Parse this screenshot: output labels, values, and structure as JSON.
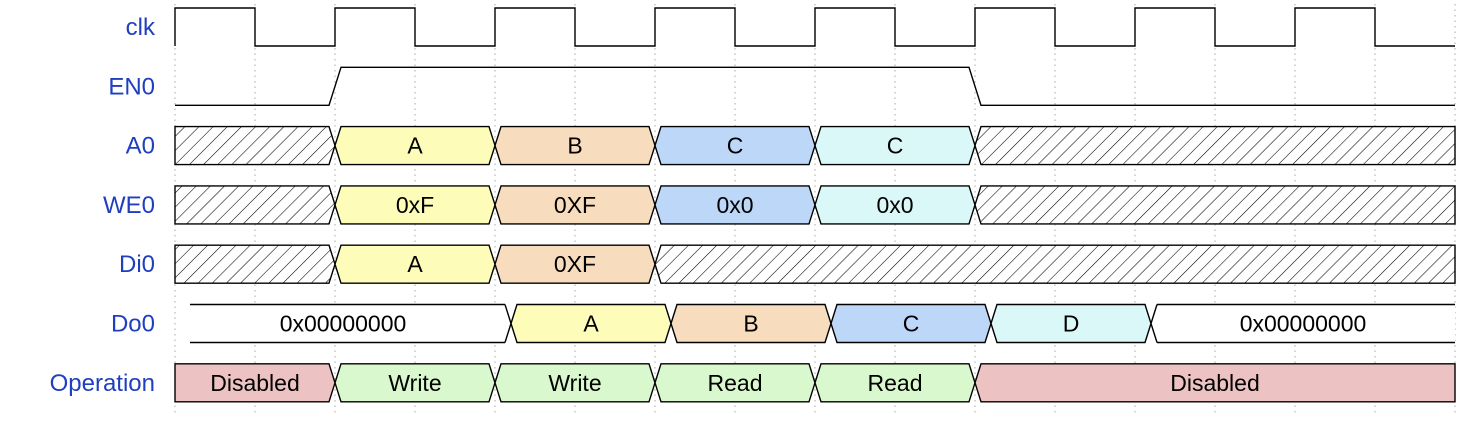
{
  "colors": {
    "label": "#1f3fbf",
    "stroke": "#000000",
    "grid": "#a8a8a8",
    "yellow": "#fdfdb9",
    "orange": "#f7ddbd",
    "blue": "#bcd7f7",
    "cyan": "#dbf8f8",
    "green": "#d9f8cd",
    "red": "#ecc2c2",
    "white": "#ffffff"
  },
  "timing": {
    "clock_cycles": 8,
    "time_scale": "half_cycles"
  },
  "signals": [
    {
      "id": "clk",
      "name": "clk",
      "type": "clock",
      "transitions": [
        0,
        1,
        2,
        3,
        4,
        5,
        6,
        7,
        8,
        9,
        10,
        11,
        12,
        13,
        14,
        15,
        16
      ]
    },
    {
      "id": "en0",
      "name": "EN0",
      "type": "bit",
      "segments": [
        {
          "start": 0,
          "end": 2,
          "level": 0
        },
        {
          "start": 2,
          "end": 10,
          "level": 1
        },
        {
          "start": 10,
          "end": 16,
          "level": 0
        }
      ]
    },
    {
      "id": "a0",
      "name": "A0",
      "type": "bus",
      "segments": [
        {
          "start": 0,
          "end": 2,
          "kind": "hatch"
        },
        {
          "start": 2,
          "end": 4,
          "kind": "data",
          "text": "A",
          "color": "yellow"
        },
        {
          "start": 4,
          "end": 6,
          "kind": "data",
          "text": "B",
          "color": "orange"
        },
        {
          "start": 6,
          "end": 8,
          "kind": "data",
          "text": "C",
          "color": "blue"
        },
        {
          "start": 8,
          "end": 10,
          "kind": "data",
          "text": "C",
          "color": "cyan"
        },
        {
          "start": 10,
          "end": 16,
          "kind": "hatch"
        }
      ]
    },
    {
      "id": "we0",
      "name": "WE0",
      "type": "bus",
      "segments": [
        {
          "start": 0,
          "end": 2,
          "kind": "hatch"
        },
        {
          "start": 2,
          "end": 4,
          "kind": "data",
          "text": "0xF",
          "color": "yellow"
        },
        {
          "start": 4,
          "end": 6,
          "kind": "data",
          "text": "0XF",
          "color": "orange"
        },
        {
          "start": 6,
          "end": 8,
          "kind": "data",
          "text": "0x0",
          "color": "blue"
        },
        {
          "start": 8,
          "end": 10,
          "kind": "data",
          "text": "0x0",
          "color": "cyan"
        },
        {
          "start": 10,
          "end": 16,
          "kind": "hatch"
        }
      ]
    },
    {
      "id": "di0",
      "name": "Di0",
      "type": "bus",
      "segments": [
        {
          "start": 0,
          "end": 2,
          "kind": "hatch"
        },
        {
          "start": 2,
          "end": 4,
          "kind": "data",
          "text": "A",
          "color": "yellow"
        },
        {
          "start": 4,
          "end": 6,
          "kind": "data",
          "text": "0XF",
          "color": "orange"
        },
        {
          "start": 6,
          "end": 16,
          "kind": "hatch"
        }
      ]
    },
    {
      "id": "do0",
      "name": "Do0",
      "type": "bus",
      "open_ends": true,
      "segments": [
        {
          "start": 0,
          "end": 4.2,
          "kind": "data",
          "text": "0x00000000",
          "color": "white"
        },
        {
          "start": 4.2,
          "end": 6.2,
          "kind": "data",
          "text": "A",
          "color": "yellow"
        },
        {
          "start": 6.2,
          "end": 8.2,
          "kind": "data",
          "text": "B",
          "color": "orange"
        },
        {
          "start": 8.2,
          "end": 10.2,
          "kind": "data",
          "text": "C",
          "color": "blue"
        },
        {
          "start": 10.2,
          "end": 12.2,
          "kind": "data",
          "text": "D",
          "color": "cyan"
        },
        {
          "start": 12.2,
          "end": 16,
          "kind": "data",
          "text": "0x00000000",
          "color": "white"
        }
      ]
    },
    {
      "id": "operation",
      "name": "Operation",
      "type": "bus",
      "segments": [
        {
          "start": 0,
          "end": 2,
          "kind": "data",
          "text": "Disabled",
          "color": "red"
        },
        {
          "start": 2,
          "end": 4,
          "kind": "data",
          "text": "Write",
          "color": "green"
        },
        {
          "start": 4,
          "end": 6,
          "kind": "data",
          "text": "Write",
          "color": "green"
        },
        {
          "start": 6,
          "end": 8,
          "kind": "data",
          "text": "Read",
          "color": "green"
        },
        {
          "start": 8,
          "end": 10,
          "kind": "data",
          "text": "Read",
          "color": "green"
        },
        {
          "start": 10,
          "end": 16,
          "kind": "data",
          "text": "Disabled",
          "color": "red"
        }
      ]
    }
  ]
}
